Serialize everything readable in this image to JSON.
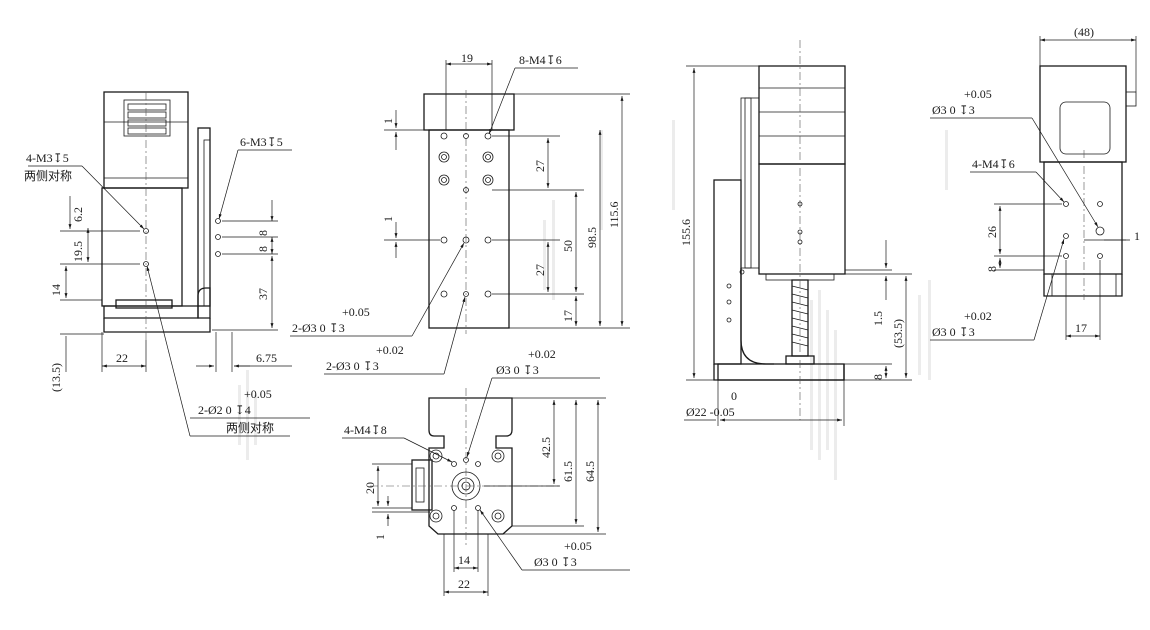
{
  "colors": {
    "line": "#1a1a1a",
    "background": "#ffffff",
    "watermark": "#ececec"
  },
  "left_view": {
    "callout_holes_top": "4-M3↧5",
    "callout_sym_1": "两侧对称",
    "callout_holes_side": "6-M3↧5",
    "callout_pins": "2-Ø2  0  ↧4",
    "callout_pins_tol": "+0.05",
    "callout_sym_2": "两侧对称",
    "dims": [
      "6.2",
      "19.5",
      "14",
      "(13.5)",
      "22",
      "8",
      "8",
      "37",
      "6.75"
    ]
  },
  "front_view": {
    "dim_top": "19",
    "callout_holes": "8-M4↧6",
    "dims_side": [
      "1",
      "1",
      "27",
      "27",
      "50",
      "98.5",
      "115.6",
      "17"
    ],
    "callout_pin1": "2-Ø3  0  ↧3",
    "callout_pin1_tol": "+0.05",
    "callout_pin2": "2-Ø3  0  ↧3",
    "callout_pin2_tol": "+0.02"
  },
  "bottom_view": {
    "callout_top": "Ø3  0  ↧3",
    "callout_top_tol": "+0.02",
    "callout_holes": "4-M4↧8",
    "dims": [
      "42.5",
      "61.5",
      "64.5",
      "20",
      "1",
      "14",
      "22"
    ],
    "callout_bottom": "Ø3  0  ↧3",
    "callout_bottom_tol": "+0.05"
  },
  "side_view": {
    "dims": [
      "155.6",
      "1.5",
      "(53.5)",
      "8"
    ],
    "shaft_dia": "Ø22 -0.05",
    "shaft_tol_upper": "0"
  },
  "right_view": {
    "dim_top": "(48)",
    "callout_top": "Ø3  0  ↧3",
    "callout_top_tol": "+0.05",
    "callout_holes": "4-M4↧6",
    "dims": [
      "26",
      "8",
      "1",
      "17"
    ],
    "callout_bottom": "Ø3  0  ↧3",
    "callout_bottom_tol": "+0.02"
  }
}
